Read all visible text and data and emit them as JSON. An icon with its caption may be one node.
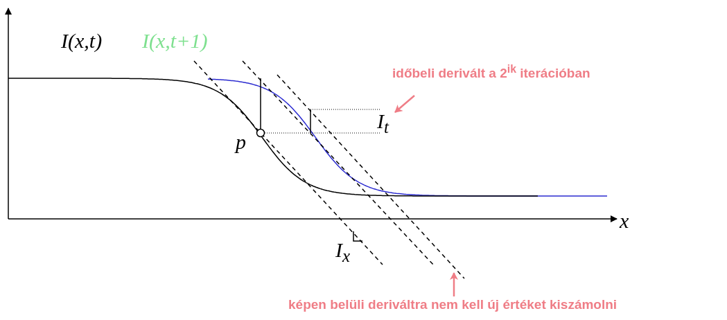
{
  "diagram": {
    "nodes": [
      {
        "text": [
          "időbeli derivált a 2$^{ik}$ iterációban"
        ]
      },
      {
        "text": [
          "I$_{t}$"
        ]
      },
      {
        "text": [
          "képen belüli deriváltra nem kell új értéket kiszámolni"
        ]
      }
    ],
    "edges": [
      {
        "from": 0,
        "to": 1,
        "arrow": "to"
      },
      {
        "from": 2,
        "to": null,
        "arrow": "to"
      }
    ],
    "labels": [
      "I(x,t)",
      "I(x,t+1)",
      "p",
      "I$_{x}$",
      "x"
    ]
  }
}
